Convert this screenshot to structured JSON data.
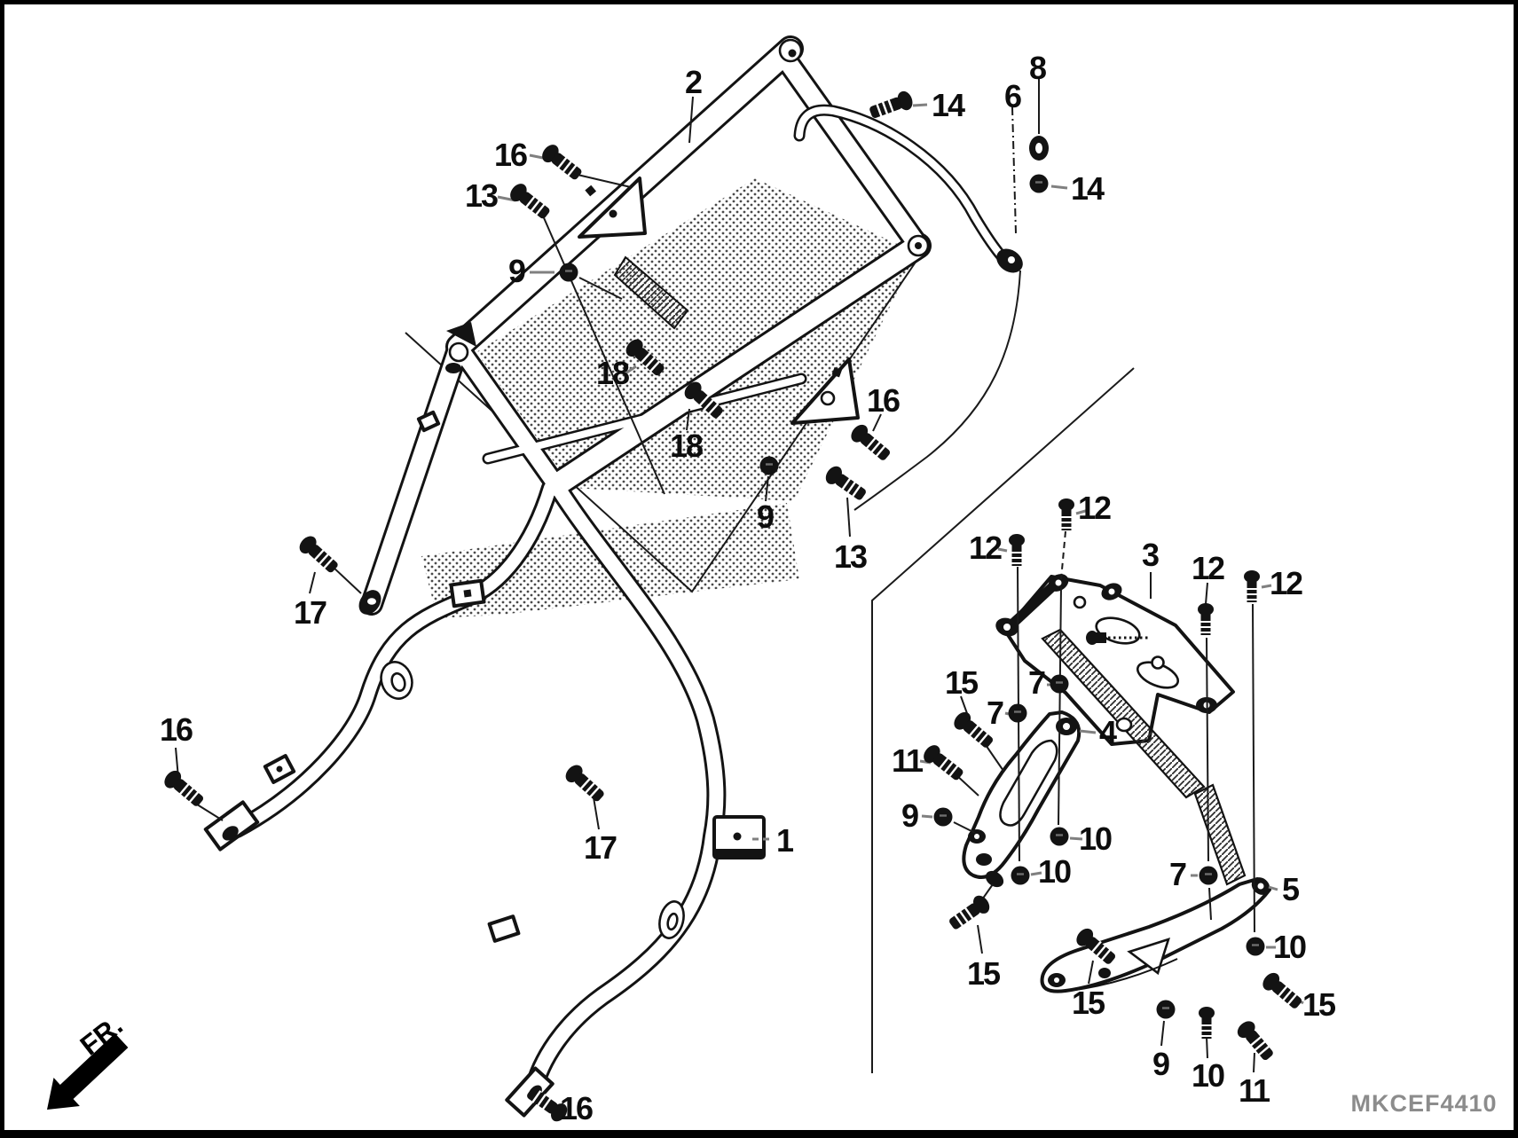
{
  "diagram": {
    "part_code": "MKCEF4410",
    "orientation_label": "FR.",
    "colors": {
      "line": "#131313",
      "leader_dash": "#808080",
      "part_code_text": "#8c8c8c",
      "background": "#ffffff"
    },
    "callouts": [
      {
        "label": "2"
      },
      {
        "label": "16"
      },
      {
        "label": "13"
      },
      {
        "label": "9"
      },
      {
        "label": "14"
      },
      {
        "label": "6"
      },
      {
        "label": "8"
      },
      {
        "label": "14"
      },
      {
        "label": "18"
      },
      {
        "label": "18"
      },
      {
        "label": "9"
      },
      {
        "label": "16"
      },
      {
        "label": "13"
      },
      {
        "label": "12"
      },
      {
        "label": "12"
      },
      {
        "label": "3"
      },
      {
        "label": "12"
      },
      {
        "label": "12"
      },
      {
        "label": "15"
      },
      {
        "label": "7"
      },
      {
        "label": "7"
      },
      {
        "label": "4"
      },
      {
        "label": "11"
      },
      {
        "label": "9"
      },
      {
        "label": "10"
      },
      {
        "label": "10"
      },
      {
        "label": "7"
      },
      {
        "label": "5"
      },
      {
        "label": "10"
      },
      {
        "label": "15"
      },
      {
        "label": "15"
      },
      {
        "label": "15"
      },
      {
        "label": "9"
      },
      {
        "label": "10"
      },
      {
        "label": "11"
      },
      {
        "label": "17"
      },
      {
        "label": "16"
      },
      {
        "label": "17"
      },
      {
        "label": "1"
      },
      {
        "label": "16"
      }
    ]
  }
}
